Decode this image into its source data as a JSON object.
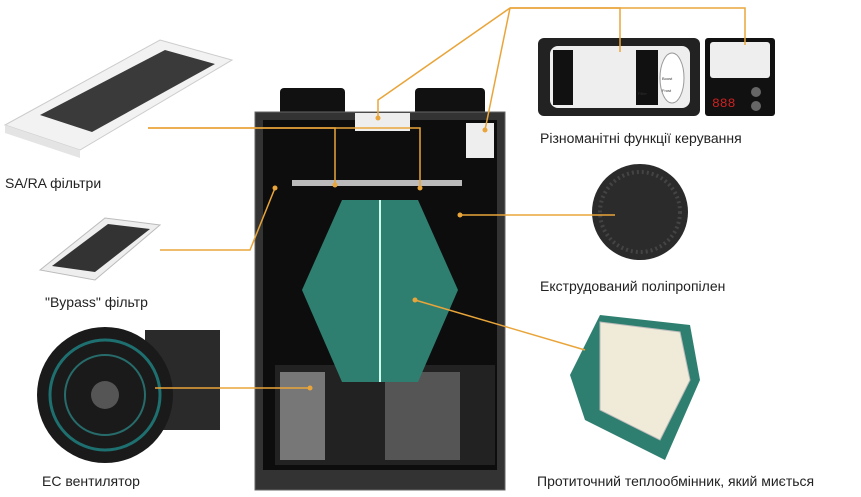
{
  "labels": {
    "sa_ra_filters": "SA/RA фільтри",
    "bypass_filter": "\"Bypass\" фільтр",
    "ec_fan": "EC вентилятор",
    "controls": "Різноманітні функції керування",
    "polypropylene": "Екструдований поліпропілен",
    "heat_exchanger": "Протиточний теплообмінник, який миється"
  },
  "panel": {
    "boost": "Boost",
    "frost": "Frost",
    "filter": "Filter",
    "display": "888"
  },
  "colors": {
    "leader": "#e9a53a",
    "teal": "#2f7f70",
    "unit": "#1c1c1c"
  }
}
